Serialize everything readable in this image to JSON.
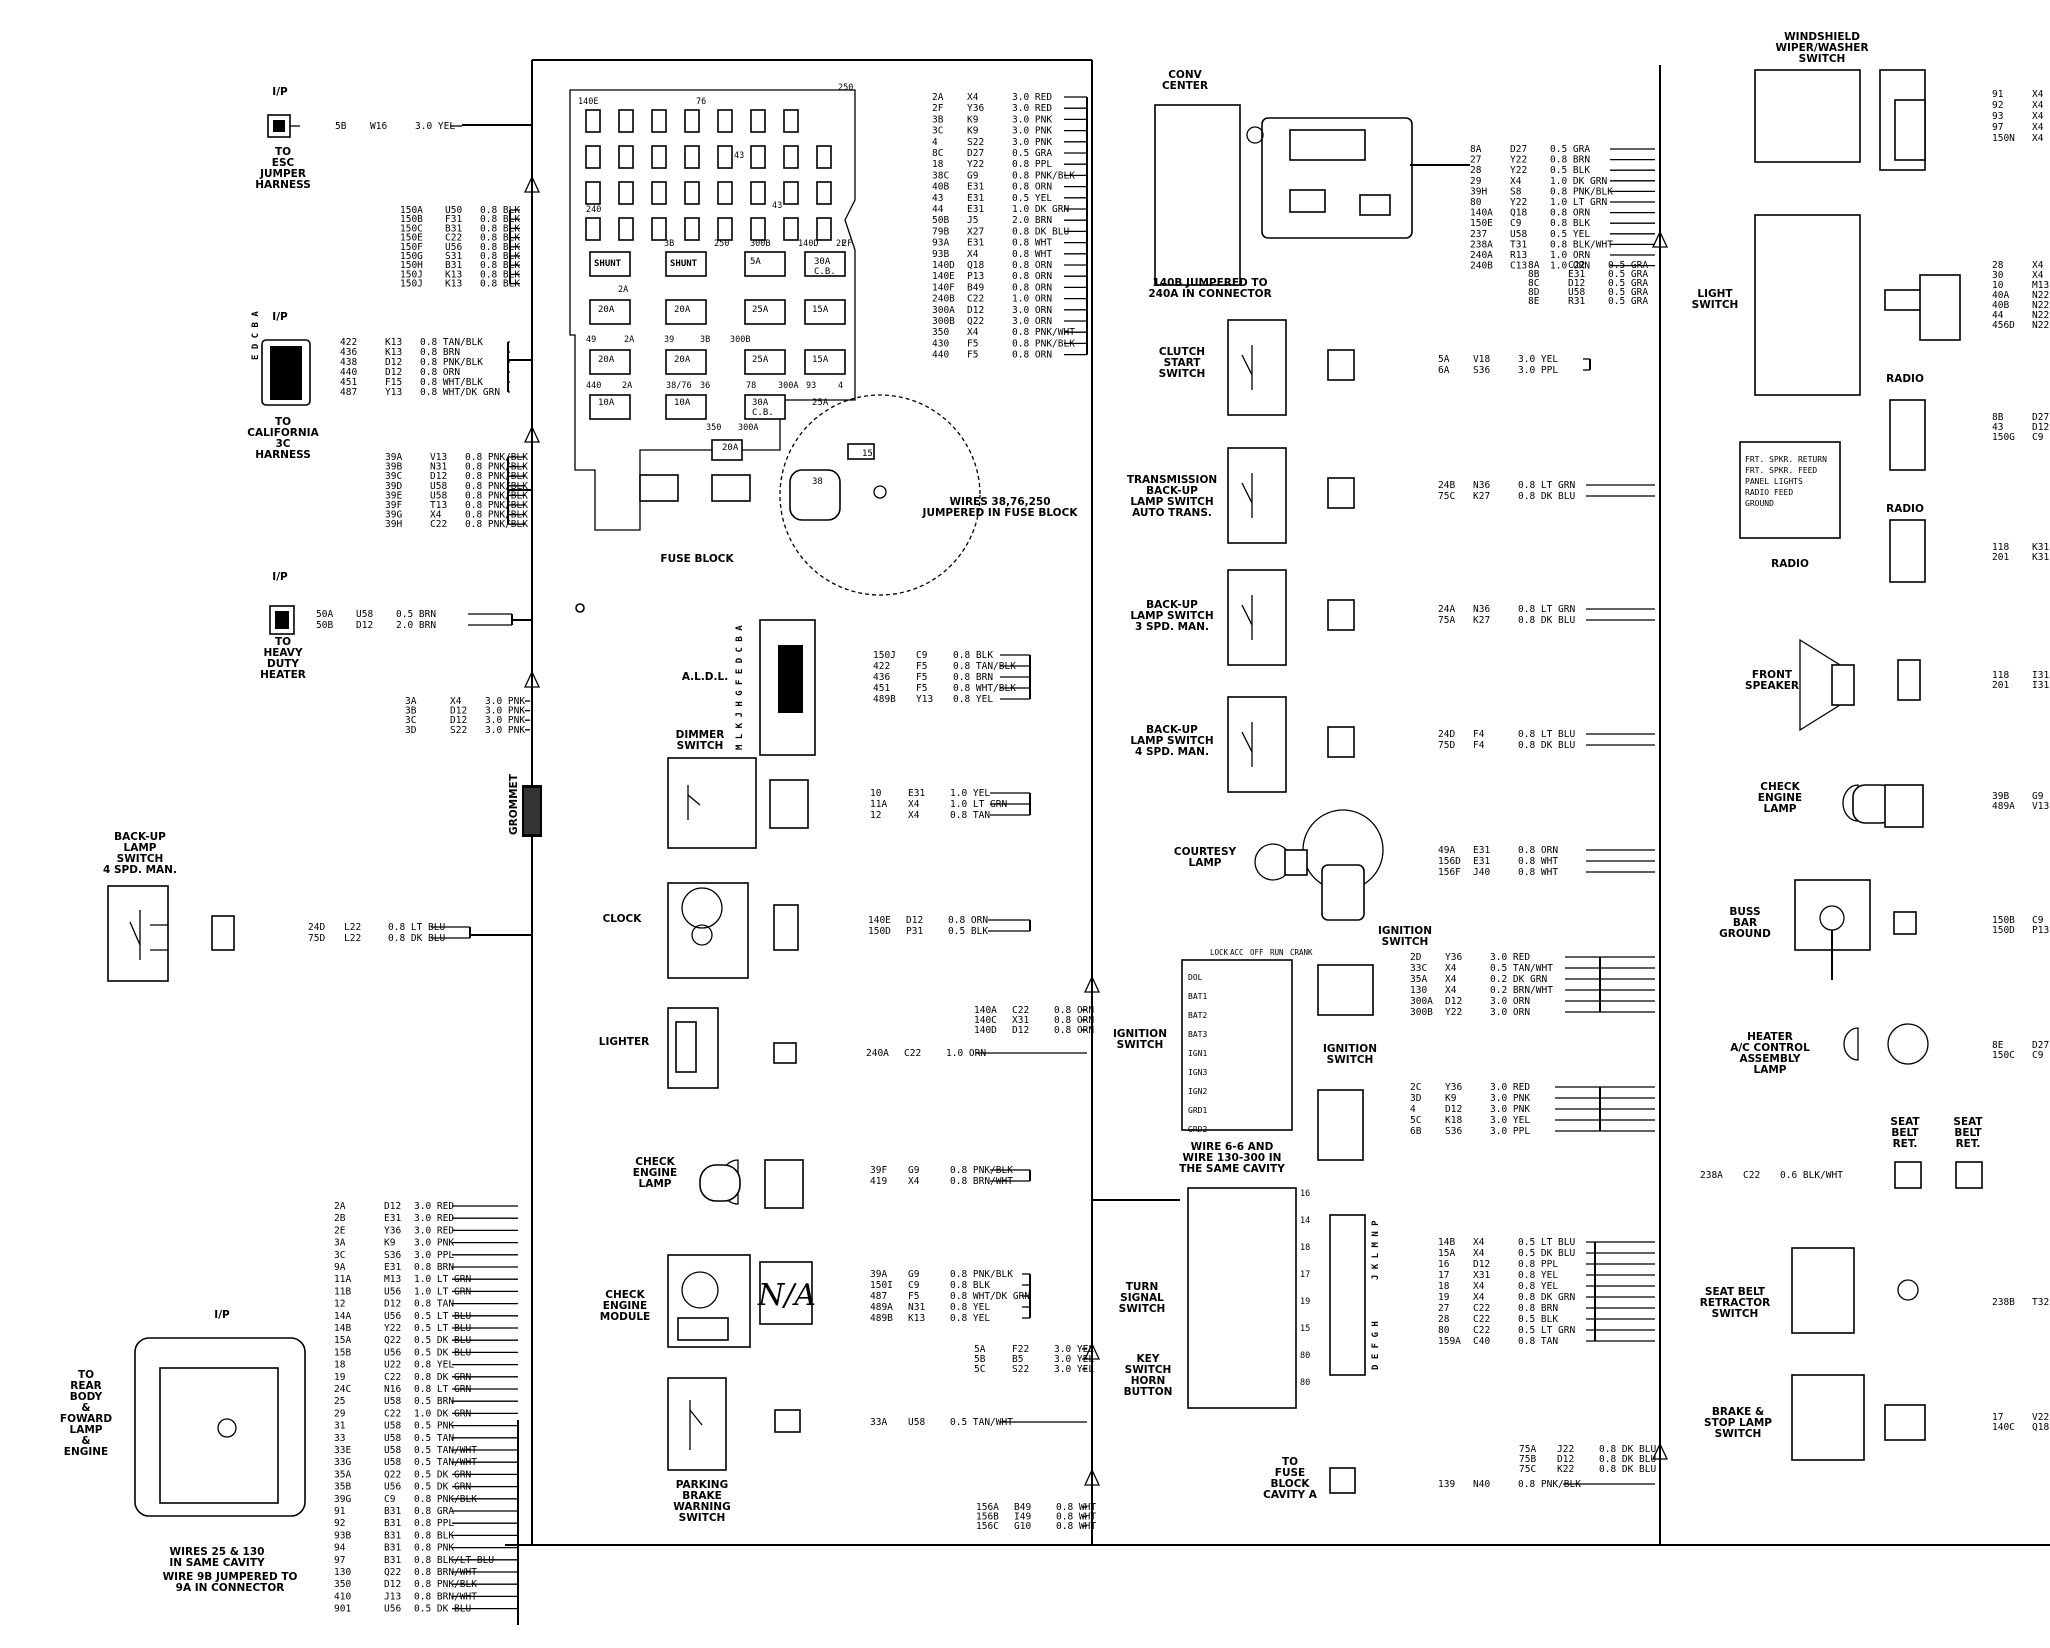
{
  "components": {
    "ip1": "I/P",
    "esc": "TO\nESC\nJUMPER\nHARNESS",
    "ip2": "I/P",
    "calif": "TO\nCALIFORNIA\n3C\nHARNESS",
    "ip3": "I/P",
    "heater": "TO\nHEAVY\nDUTY\nHEATER",
    "backup_left": "BACK-UP\nLAMP\nSWITCH\n4 SPD. MAN.",
    "ip4": "I/P",
    "rear": "TO\nREAR\nBODY\n&\nFOWARD\nLAMP\n&\nENGINE",
    "wires25": "WIRES 25 & 130\nIN SAME CAVITY",
    "wire9b": "WIRE 9B JUMPERED TO\n9A IN CONNECTOR",
    "grommet": "GROMMET",
    "fuse_block": "FUSE BLOCK",
    "fuse_note": "WIRES 38,76,250\nJUMPERED IN FUSE BLOCK",
    "aldl": "A.L.D.L.",
    "dimmer": "DIMMER\nSWITCH",
    "clock": "CLOCK",
    "lighter": "LIGHTER",
    "check_engine_lamp": "CHECK\nENGINE\nLAMP",
    "check_engine_module": "CHECK\nENGINE\nMODULE",
    "na": "N/A",
    "parking": "PARKING\nBRAKE\nWARNING\nSWITCH",
    "conv": "CONV\nCENTER",
    "conv_note": "140B JUMPERED TO\n240A IN CONNECTOR",
    "clutch": "CLUTCH\nSTART\nSWITCH",
    "trans": "TRANSMISSION\nBACK-UP\nLAMP SWITCH\nAUTO TRANS.",
    "backup3": "BACK-UP\nLAMP SWITCH\n3 SPD. MAN.",
    "backup4": "BACK-UP\nLAMP SWITCH\n4 SPD. MAN.",
    "courtesy": "COURTESY\nLAMP",
    "ign_switch": "IGNITION\nSWITCH",
    "ign_switch2": "IGNITION\nSWITCH",
    "ign_switch3": "IGNITION\nSWITCH",
    "wire66": "WIRE 6-6 AND\nWIRE 130-300 IN\nTHE SAME CAVITY",
    "turn": "TURN\nSIGNAL\nSWITCH",
    "horn": "KEY\nSWITCH\nHORN\nBUTTON",
    "fusecav": "TO\nFUSE\nBLOCK\nCAVITY A",
    "wiper": "WINDSHIELD\nWIPER/WASHER\nSWITCH",
    "light": "LIGHT\nSWITCH",
    "radio1": "RADIO",
    "radio2": "RADIO",
    "radio3": "RADIO",
    "radio_pins": "FRT. SPKR. RETURN\nFRT. SPKR. FEED\nPANEL LIGHTS\nRADIO FEED\nGROUND",
    "front_speaker": "FRONT\nSPEAKER",
    "check_engine_lamp2": "CHECK\nENGINE\nLAMP",
    "buss": "BUSS\nBAR\nGROUND",
    "heater_ac": "HEATER\nA/C CONTROL\nASSEMBLY\nLAMP",
    "seat1": "SEAT\nBELT\nRET.",
    "seat2": "SEAT\nBELT\nRET.",
    "seat_switch": "SEAT BELT\nRETRACTOR\nSWITCH",
    "brake": "BRAKE &\nSTOP LAMP\nSWITCH"
  },
  "wires": {
    "esc": [
      "5B  W16  3.0 YEL"
    ],
    "top_left": [
      "150A  U50  0.8 BLK",
      "150B  F31  0.8 BLK",
      "150C  B31  0.8 BLK",
      "150E  C22  0.8 BLK",
      "150F  U56  0.8 BLK",
      "150G  S31  0.8 BLK",
      "150H  B31  0.8 BLK",
      "150J  K13  0.8 BLK",
      "150J  K13  0.8 BLK"
    ],
    "calif": [
      "422  K13  0.8 TAN/BLK",
      "436  K13  0.8 BRN",
      "438  D12  0.8 PNK/BLK",
      "440  D12  0.8 ORN",
      "451  F15  0.8 WHT/BLK",
      "487  Y13  0.8 WHT/DK GRN"
    ],
    "mid_left": [
      "39A  V13  0.8 PNK/BLK",
      "39B  N31  0.8 PNK/BLK",
      "39C  D12  0.8 PNK/BLK",
      "39D  U58  0.8 PNK/BLK",
      "39E  U58  0.8 PNK/BLK",
      "39F  T13  0.8 PNK/BLK",
      "39G  X4  0.8 PNK/BLK",
      "39H  C22  0.8 PNK/BLK"
    ],
    "heater": [
      "50A  U58  0.5 BRN",
      "50B  D12  2.0 BRN"
    ],
    "low_left": [
      "3A  X4  3.0 PNK",
      "3B  D12  3.0 PNK",
      "3C  D12  3.0 PNK",
      "3D  S22  3.0 PNK"
    ],
    "backup_left": [
      "24D  L22  0.8 LT BLU",
      "75D  L22  0.8 DK BLU"
    ],
    "connector": [
      "2A  D12  3.0 RED",
      "2B  E31  3.0 RED",
      "2E  Y36  3.0 RED",
      "3A  K9  3.0 PNK",
      "3C  S36  3.0 PPL",
      "9A  E31  0.8 BRN",
      "11A  M13  1.0 LT GRN",
      "11B  U56  1.0 LT GRN",
      "12  D12  0.8 TAN",
      "14A  U56  0.5 LT BLU",
      "14B  Y22  0.5 LT BLU",
      "15A  Q22  0.5 DK BLU",
      "15B  U56  0.5 DK BLU",
      "18  U22  0.8 YEL",
      "19  C22  0.8 DK GRN",
      "24C  N16  0.8 LT GRN",
      "25  U58  0.5 BRN",
      "29  C22  1.0 DK GRN",
      "31  U58  0.5 PNK",
      "33  U58  0.5 TAN",
      "33E  U58  0.5 TAN/WHT",
      "33G  U58  0.5 TAN/WHT",
      "35A  Q22  0.5 DK GRN",
      "35B  U56  0.5 DK GRN",
      "39G  C9  0.8 PNK/BLK",
      "91  B31  0.8 GRA",
      "92  B31  0.8 PPL",
      "93B  B31  0.8 BLK",
      "94  B31  0.8 PNK",
      "97  B31  0.8 BLK/LT BLU",
      "130  Q22  0.8 BRN/WHT",
      "350  D12  0.8 PNK/BLK",
      "410  J13  0.8 BRN/WHT",
      "901  U56  0.5 DK BLU"
    ],
    "fuse_right": [
      "2A  X4  3.0 RED",
      "2F  Y36  3.0 RED",
      "3B  K9  3.0 PNK",
      "3C  K9  3.0 PNK",
      "4  S22  3.0 PNK",
      "8C  D27  0.5 GRA",
      "18  Y22  0.8 PPL",
      "38C  G9  0.8 PNK/BLK",
      "40B  E31  0.8 ORN",
      "43  E31  0.5 YEL",
      "44  E31  1.0 DK GRN",
      "50B  J5  2.0 BRN",
      "79B  X27  0.8 DK BLU",
      "93A  E31  0.8 WHT",
      "93B  X4  0.8 WHT",
      "140D  Q18  0.8 ORN",
      "140E  P13  0.8 ORN",
      "140F  B49  0.8 ORN",
      "240B  C22  1.0 ORN",
      "300A  D12  3.0 ORN",
      "300B  Q22  3.0 ORN",
      "350  X4  0.8 PNK/WHT",
      "430  F5  0.8 PNK/BLK",
      "440  F5  0.8 ORN"
    ],
    "aldl": [
      "150J  C9  0.8 BLK",
      "422  F5  0.8 TAN/BLK",
      "436  F5  0.8 BRN",
      "451  F5  0.8 WHT/BLK",
      "489B  Y13  0.8 YEL"
    ],
    "dimmer": [
      "10  E31  1.0 YEL",
      "11A  X4  1.0 LT GRN",
      "12  X4  0.8 TAN"
    ],
    "clock": [
      "140E  D12  0.8 ORN",
      "150D  P31  0.5 BLK"
    ],
    "lighter_top": [
      "140A  C22  0.8 ORN",
      "140C  X31  0.8 ORN",
      "140D  D12  0.8 ORN"
    ],
    "lighter": [
      "240A  C22  1.0 ORN"
    ],
    "celamp": [
      "39F  G9  0.8 PNK/BLK",
      "419  X4  0.8 BRN/WHT"
    ],
    "module": [
      "39A  G9  0.8 PNK/BLK",
      "150I  C9  0.8 BLK",
      "487  F5  0.8 WHT/DK GRN",
      "489A  N31  0.8 YEL",
      "489B  K13  0.8 YEL"
    ],
    "park_top": [
      "5A  F22  3.0 YEL",
      "5B  B5  3.0 YEL",
      "5C  S22  3.0 YEL"
    ],
    "park": [
      "33A  U58  0.5 TAN/WHT"
    ],
    "bottom_mid": [
      "156A  B49  0.8 WHT",
      "156B  I49  0.8 WHT",
      "156C  G10  0.8 WHT"
    ],
    "conv": [
      "8A  D27  0.5 GRA",
      "27  Y22  0.8 BRN",
      "28  Y22  0.5 BLK",
      "29  X4  1.0 DK GRN",
      "39H  S8  0.8 PNK/BLK",
      "80  Y22  1.0 LT GRN",
      "140A  Q18  0.8 ORN",
      "150E  C9  0.8 BLK",
      "237  U58  0.5 YEL",
      "238A  T31  0.8 BLK/WHT",
      "240A  R13  1.0 ORN",
      "240B  C13  1.0 ORN"
    ],
    "conv_low": [
      "8A  C22  0.5 GRA",
      "8B  E31  0.5 GRA",
      "8C  D12  0.5 GRA",
      "8D  U58  0.5 GRA",
      "8E  R31  0.5 GRA"
    ],
    "clutch": [
      "5A  V18  3.0 YEL",
      "6A  S36  3.0 PPL"
    ],
    "trans": [
      "24B  N36  0.8 LT GRN",
      "75C  K27  0.8 DK BLU"
    ],
    "backup3": [
      "24A  N36  0.8 LT GRN",
      "75A  K27  0.8 DK BLU"
    ],
    "backup4": [
      "24D  F4  0.8 LT BLU",
      "75D  F4  0.8 DK BLU"
    ],
    "courtesy": [
      "49A  E31  0.8 ORN",
      "156D  E31  0.8 WHT",
      "156F  J40  0.8 WHT"
    ],
    "ign1": [
      "2D  Y36  3.0 RED",
      "33C  X4  0.5 TAN/WHT",
      "35A  X4  0.2 DK GRN",
      "130  X4  0.2 BRN/WHT",
      "300A  D12  3.0 ORN",
      "300B  Y22  3.0 ORN"
    ],
    "ign2": [
      "2C  Y36  3.0 RED",
      "3D  K9  3.0 PNK",
      "4  D12  3.0 PNK",
      "5C  K18  3.0 YEL",
      "6B  S36  3.0 PPL"
    ],
    "turn": [
      "14B  X4  0.5 LT BLU",
      "15A  X4  0.5 DK BLU",
      "16  D12  0.8 PPL",
      "17  X31  0.8 YEL",
      "18  X4  0.8 YEL",
      "19  X4  0.8 DK GRN",
      "27  C22  0.8 BRN",
      "28  C22  0.5 BLK",
      "80  C22  0.5 LT GRN",
      "159A  C40  0.8 TAN"
    ],
    "fcav_top": [
      "75A  J22  0.8 DK BLU",
      "75B  D12  0.8 DK BLU",
      "75C  K22  0.8 DK BLU"
    ],
    "fcav": [
      "139  N40  0.8 PNK/BLK"
    ],
    "seat_line": [
      "238A  C22  0.6 BLK/WHT"
    ],
    "wiper": [
      "91  X4",
      "92  X4",
      "93  X4",
      "97  X4",
      "150N  X4"
    ],
    "light": [
      "28  X4",
      "30  X4",
      "10  M13",
      "40A  N22",
      "40B  N22",
      "44  N22",
      "456D  N22"
    ],
    "radio1": [
      "8B  D27",
      "43  D12",
      "150G  C9"
    ],
    "radio2": [
      "118  K31",
      "201  K31"
    ],
    "speaker": [
      "118  I31",
      "201  I31"
    ],
    "ce2": [
      "39B  G9",
      "489A  V13"
    ],
    "buss": [
      "150B  C9",
      "150D  P13"
    ],
    "heater_ac": [
      "8E  D27",
      "150C  C9"
    ],
    "seat_sw": [
      "238B  T32"
    ],
    "brake": [
      "17  V22",
      "140C  Q18"
    ]
  },
  "fuses": {
    "cells_top": [
      "140E",
      "76",
      "250",
      "43",
      "2A",
      "3B",
      "250",
      "300B",
      "140D",
      "2F",
      "240",
      "2F",
      "49",
      "2A",
      "39",
      "3B",
      "300B",
      "43",
      "440",
      "2A",
      "38/76",
      "36",
      "78",
      "300A",
      "93",
      "4",
      "350",
      "300A"
    ],
    "shunt": "SHUNT",
    "ratings": [
      "5A",
      "30A\nC.B.",
      "20A",
      "20A",
      "25A",
      "15A",
      "20A",
      "20A",
      "25A",
      "15A",
      "10A",
      "10A",
      "30A\nC.B.",
      "25A",
      "20A",
      "15",
      "38"
    ]
  },
  "ign_positions": [
    "LOCK",
    "ACC",
    "OFF",
    "RUN",
    "CRANK"
  ],
  "ign_pins": [
    "DOL",
    "BAT1",
    "BAT2",
    "BAT3",
    "IGN1",
    "IGN3",
    "IGN2",
    "GRD1",
    "GRD2"
  ],
  "turn_pins": [
    "16",
    "14",
    "18",
    "17",
    "19",
    "15",
    "80",
    "80"
  ],
  "letters": {
    "calif": "E D C B A",
    "aldl": "M L K J H G F E D C B A",
    "turn": "J K L M N P",
    "turn2": "D E F G H"
  }
}
